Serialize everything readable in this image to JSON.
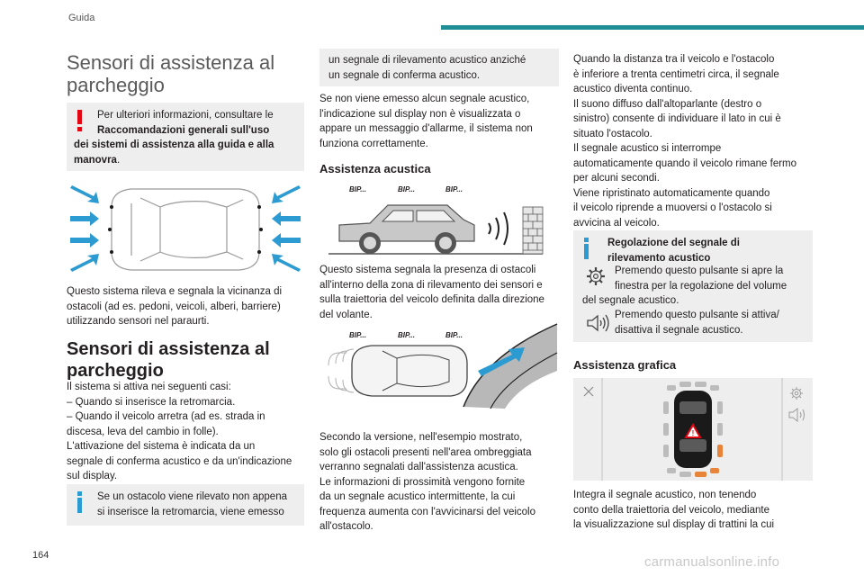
{
  "header": {
    "section": "Guida",
    "accent_color": "#1f8f95"
  },
  "footer": {
    "page_number": "164",
    "watermark": "carmanualsonline.info"
  },
  "col1": {
    "title_lines": [
      "Sensori di assistenza al",
      "parcheggio"
    ],
    "warning": {
      "l1": "Per ulteriori informazioni, consultare le",
      "l2": "Raccomandazioni generali sull'uso",
      "l3": "dei sistemi di assistenza alla guida e alla",
      "l4a": "manovra",
      "l4b": "."
    },
    "intro": [
      "Questo sistema rileva e segnala la vicinanza di",
      "ostacoli (ad es. pedoni, veicoli, alberi, barriere)",
      "utilizzando sensori nel paraurti."
    ],
    "section_title_lines": [
      "Sensori di assistenza al",
      "parcheggio"
    ],
    "activation": [
      "Il sistema si attiva nei seguenti casi:",
      "– Quando si inserisce la retromarcia.",
      "– Quando il veicolo arretra (ad es. strada in",
      "discesa, leva del cambio in folle).",
      "L'attivazione del sistema è indicata da un",
      "segnale di conferma acustico e da un'indicazione",
      "sul display."
    ],
    "note": [
      "Se un ostacolo viene rilevato non appena",
      "si inserisce la retromarcia, viene emesso"
    ]
  },
  "col2": {
    "note_cont": [
      "un segnale di rilevamento acustico anziché",
      "un segnale di conferma acustico."
    ],
    "no_signal": [
      "Se non viene emesso alcun segnale acustico,",
      "l'indicazione sul display non è visualizzata o",
      "appare un messaggio d'allarme, il sistema non",
      "funziona correttamente."
    ],
    "heading_acoustic": "Assistenza acustica",
    "bip": "BIP...",
    "acoustic_text": [
      "Questo sistema segnala la presenza di ostacoli",
      "all'interno della zona di rilevamento dei sensori e",
      "sulla traiettoria del veicolo definita dalla direzione",
      "del volante."
    ],
    "version_text": [
      "Secondo la versione, nell'esempio mostrato,",
      "solo gli ostacoli presenti nell'area ombreggiata",
      "verranno segnalati dall'assistenza acustica.",
      "Le informazioni di prossimità vengono fornite",
      "da un segnale acustico intermittente, la cui",
      "frequenza aumenta con l'avvicinarsi del veicolo",
      "all'ostacolo."
    ]
  },
  "col3": {
    "distance_text": [
      "Quando la distanza tra il veicolo e l'ostacolo",
      "è inferiore a trenta centimetri circa, il segnale",
      "acustico diventa continuo.",
      "Il suono diffuso dall'altoparlante (destro o",
      "sinistro) consente di individuare il lato in cui è",
      "situato l'ostacolo.",
      "Il segnale acustico si interrompe",
      "automaticamente quando il veicolo rimane fermo",
      "per alcuni secondi.",
      "Viene ripristinato automaticamente quando",
      "il veicolo riprende a muoversi o l'ostacolo si",
      "avvicina al veicolo."
    ],
    "settings_box": {
      "title_l1": "Regolazione del segnale di",
      "title_l2": "rilevamento acustico",
      "gear_l1": "Premendo questo pulsante si apre la",
      "gear_l2": "finestra per la regolazione del volume",
      "gear_l3": "del segnale acustico.",
      "speaker_l1": "Premendo questo pulsante si attiva/",
      "speaker_l2": "disattiva il segnale acustico.",
      "gear_icon": "gear-icon",
      "speaker_icon": "speaker-icon"
    },
    "heading_graphic": "Assistenza grafica",
    "graphic_text": [
      "Integra il segnale acustico, non tenendo",
      "conto della traiettoria del veicolo, mediante",
      "la visualizzazione sul display di trattini la cui"
    ]
  },
  "colors": {
    "warning": "#e30613",
    "info": "#2b9bd1",
    "arrow": "#2b9bd1",
    "sensor_orange": "#e8843a"
  }
}
